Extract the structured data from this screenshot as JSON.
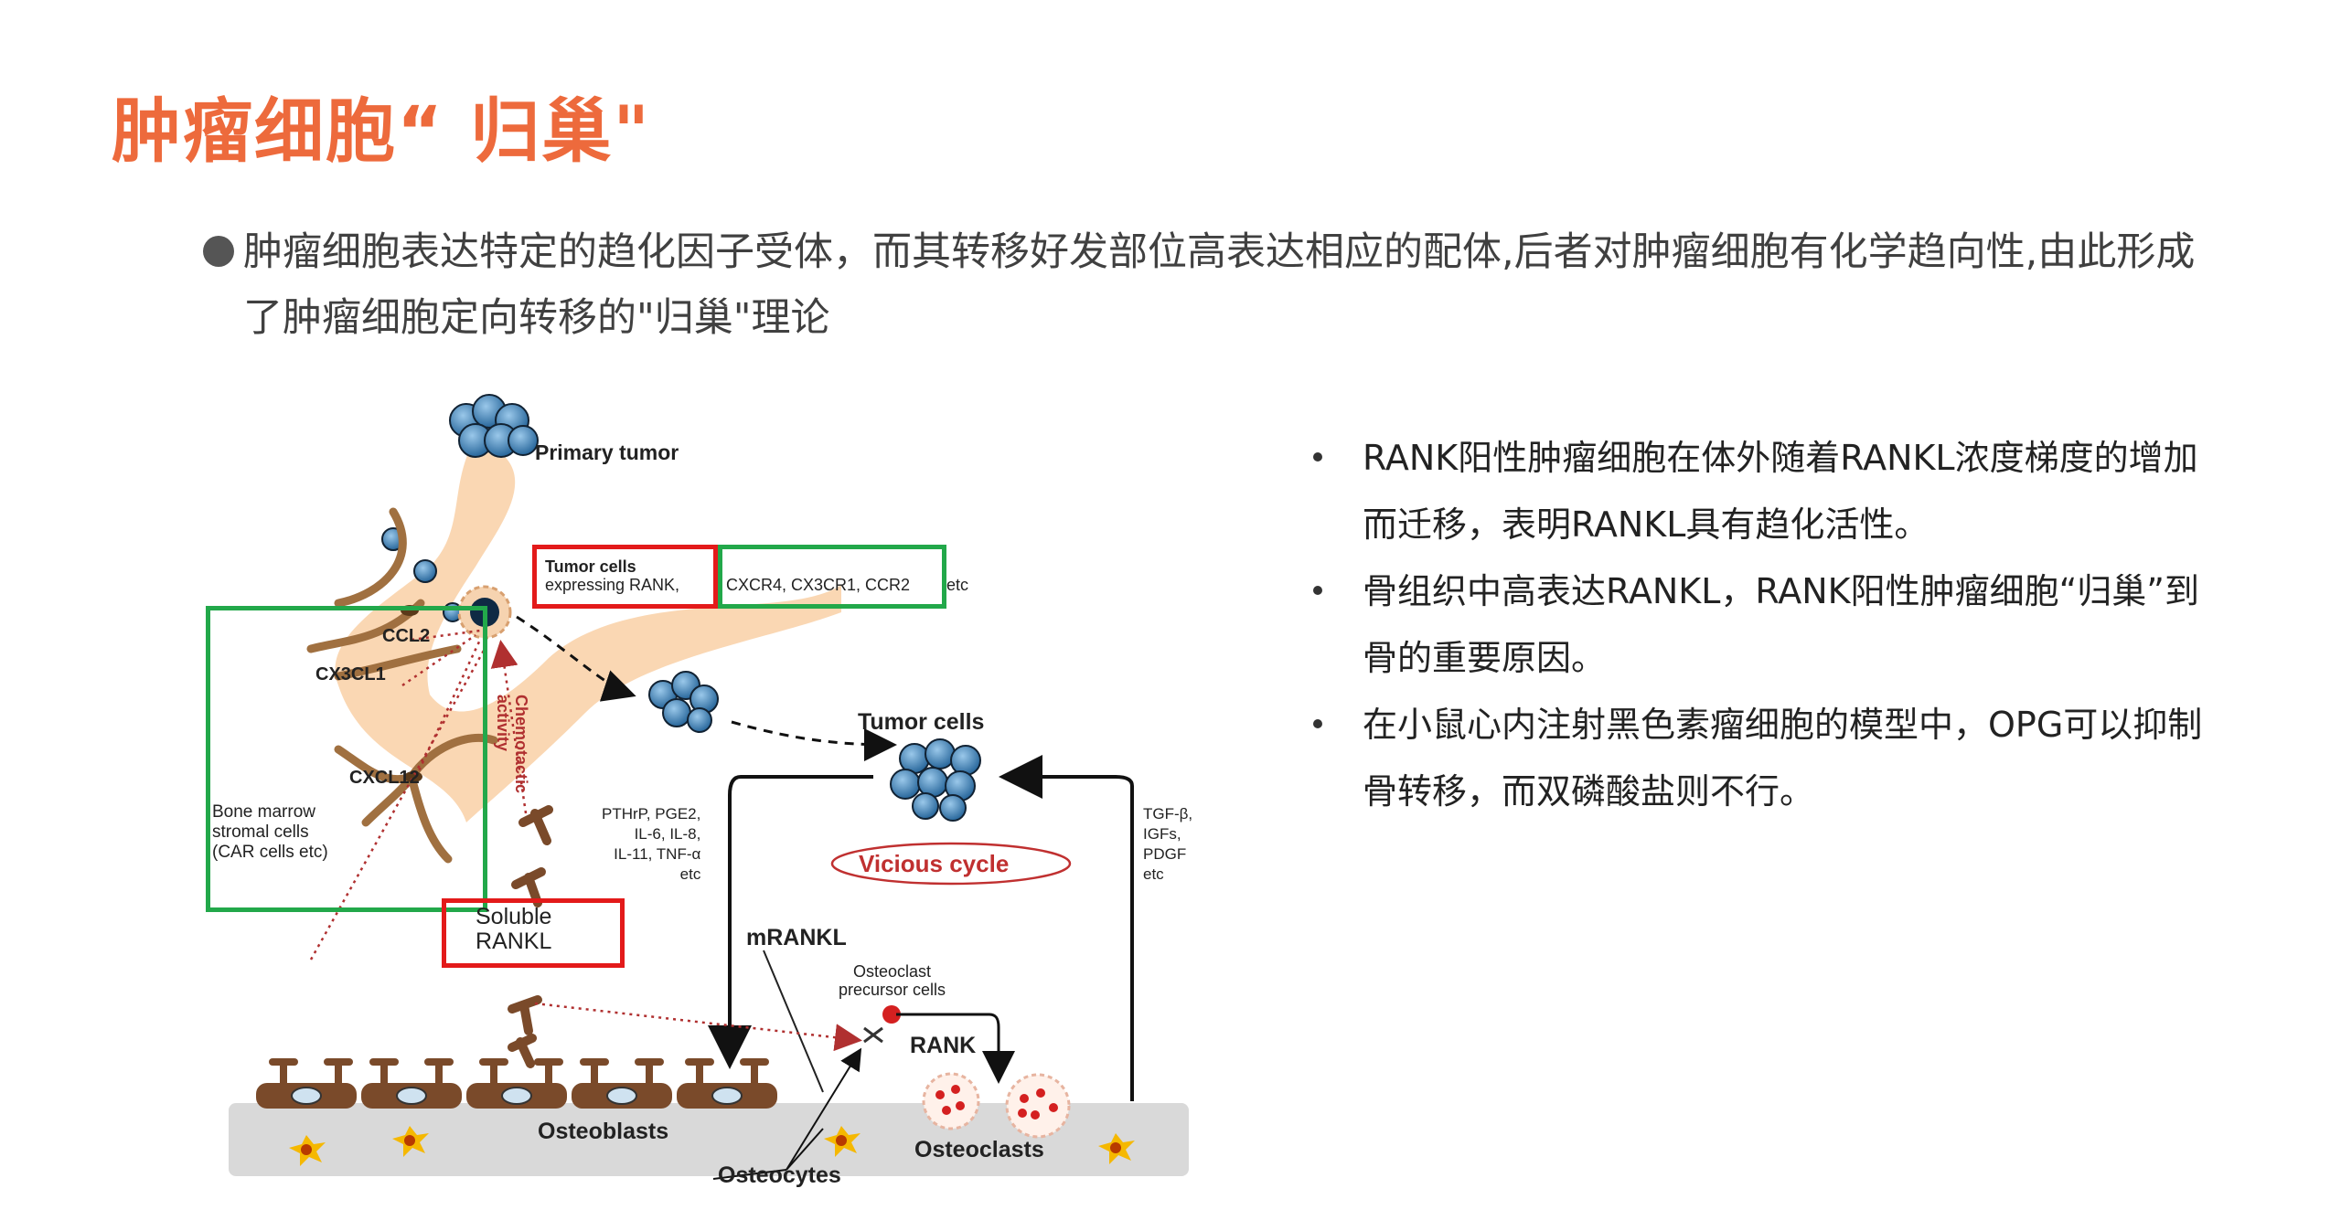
{
  "page": {
    "title": "肿瘤细胞“ 归巢\"",
    "lead": "肿瘤细胞表达特定的趋化因子受体，而其转移好发部位高表达相应的配体,后者对肿瘤细胞有化学趋向性,由此形成了肿瘤细胞定向转移的\"归巢\"理论"
  },
  "notes": [
    "RANK阳性肿瘤细胞在体外随着RANKL浓度梯度的增加而迁移，表明RANKL具有趋化活性。",
    "骨组织中高表达RANKL，RANK阳性肿瘤细胞“归巢”到骨的重要原因。",
    "在小鼠心内注射黑色素瘤细胞的模型中，OPG可以抑制骨转移，而双磷酸盐则不行。"
  ],
  "figure": {
    "primary_tumor": "Primary tumor",
    "tumor_cells_expr_title": "Tumor cells",
    "tumor_cells_expr_sub": "expressing RANK,",
    "receptors": "CXCR4, CX3CR1, CCR2",
    "etc_suffix": "etc",
    "ccl2": "CCL2",
    "cx3cl1": "CX3CL1",
    "cxcl12": "CXCL12",
    "stromal": "Bone marrow\nstromal cells\n(CAR cells etc)",
    "chemotactic": "Chemotactic\nactivity",
    "tumor_cells": "Tumor cells",
    "factors_left": "PTHrP, PGE2,\nIL-6, IL-8,\nIL-11, TNF-α\netc",
    "vicious_cycle": "Vicious cycle",
    "factors_right": "TGF-β,\nIGFs,\nPDGF\netc",
    "soluble_rankl": "Soluble\nRANKL",
    "mrankl": "mRANKL",
    "precursor": "Osteoclast\nprecursor cells",
    "rank": "RANK",
    "osteoblasts": "Osteoblasts",
    "osteoclasts": "Osteoclasts",
    "osteocytes": "Osteocytes"
  },
  "colors": {
    "title": "#ed6a3c",
    "highlight_red": "#e31a1a",
    "highlight_green": "#22a84a",
    "bone": "#d9d9d9",
    "stromal": "#b5895a"
  }
}
